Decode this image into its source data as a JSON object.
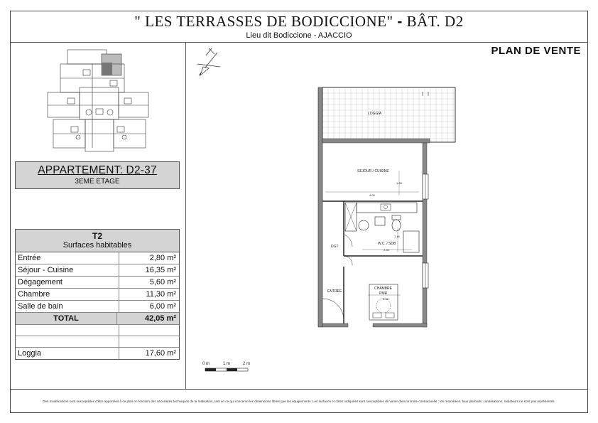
{
  "header": {
    "title": "\" LES TERRASSES DE BODICCIONE\"",
    "dash": "-",
    "building": "BÂT. D2",
    "subtitle": "Lieu dit Bodiccione - AJACCIO",
    "plan_label": "PLAN DE VENTE"
  },
  "apartment": {
    "title": "APPARTEMENT: D2-37",
    "floor": "3EME ETAGE"
  },
  "surfaces": {
    "type": "T2",
    "heading": "Surfaces habitables",
    "rows": [
      {
        "label": "Entrée",
        "value": "2,80 m²"
      },
      {
        "label": "Séjour - Cuisine",
        "value": "16,35 m²"
      },
      {
        "label": "Dégagement",
        "value": "5,60 m²"
      },
      {
        "label": "Chambre",
        "value": "11,30 m²"
      },
      {
        "label": "Salle de bain",
        "value": "6,00 m²"
      }
    ],
    "total_label": "TOTAL",
    "total_value": "42,05 m²",
    "loggia_label": "Loggia",
    "loggia_value": "17,60 m²"
  },
  "plan": {
    "rooms": {
      "loggia": "LOGGIA",
      "sejour": "SEJOUR / CUISINE",
      "wc": "W.C. / SDB",
      "dgt": "DGT",
      "chambre": "CHAMBRE",
      "pmr": "PMR",
      "entree": "ENTREE"
    },
    "dims": {
      "sejour_w": "4.00",
      "sejour_h": "1.60",
      "wc_w": "2.53",
      "wc_h": "1.46",
      "chambre_w": "3.18"
    }
  },
  "scale": {
    "labels": [
      "0 m",
      "1 m",
      "2 m"
    ]
  },
  "footer": {
    "disclaimer": "Des modifications sont susceptibles d'être apportées à ce plan en fonction des nécessités techniques de la réalisation, tant en ce qui concerne les dimensions libres que les équipements. Les surfaces et côtes indiquées sont susceptibles de varier dans la limite contractuelle ; les retombées, faux plafonds, canalisations, radiateurs ne sont pas représentés."
  }
}
